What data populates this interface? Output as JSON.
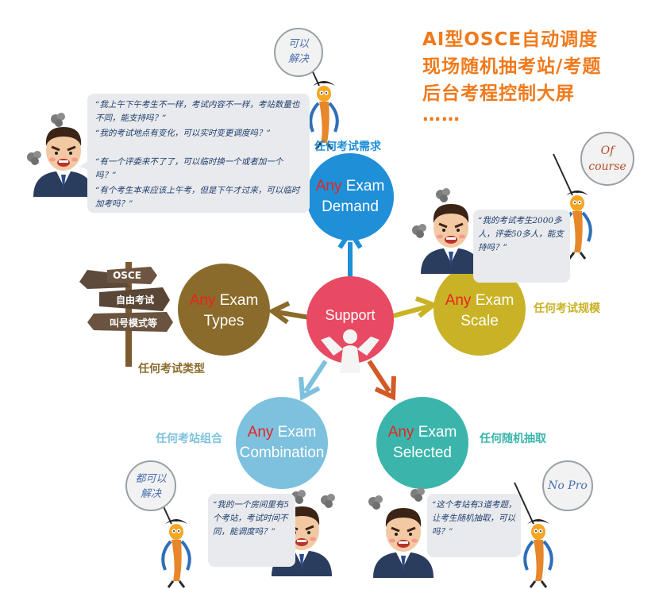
{
  "headline": [
    "AI型OSCE自动调度",
    "现场随机抽考站/考题",
    "后台考程控制大屏",
    "……"
  ],
  "center": {
    "label": "Support"
  },
  "nodes": {
    "demand": {
      "any": "Any",
      "word": "Exam",
      "sub": "Demand",
      "caption": "任何考试需求"
    },
    "scale": {
      "any": "Any",
      "word": "Exam",
      "sub": "Scale",
      "caption": "任何考试规模"
    },
    "types": {
      "any": "Any",
      "word": "Exam",
      "sub": "Types",
      "caption": "任何考试类型"
    },
    "combination": {
      "any": "Any",
      "word": "Exam",
      "sub": "Combination",
      "caption": "任何考站组合"
    },
    "selected": {
      "any": "Any",
      "word": "Exam",
      "sub": "Selected",
      "caption": "任何随机抽取"
    }
  },
  "bubbles": {
    "top_left": [
      "“我上午下午考生不一样，考试内容不一样，考站数量也不同，能支持吗？”",
      "“我的考试地点有变化，可以实时变更调度吗？”",
      "“有一个评委来不了了，可以临时换一个或者加一个吗？”",
      "“有个考生本来应该上午考，但是下午才过来，可以临时加考吗？”"
    ],
    "right": "“我的考试考生2000多人，评委50多人，能支持吗？”",
    "bottom_left": "“我的一个房间里有5个考站，考试时间不同，能调度吗？”",
    "bottom_right": "“这个考站有3道考题，让考生随机抽取，可以吗？”"
  },
  "signs": {
    "top": "可以\n解决",
    "right": "Of\ncourse",
    "bottom_left": "都可以\n解决",
    "bottom_right": "No Pro"
  },
  "signpost": [
    "OSCE",
    "自由考试",
    "叫号模式等"
  ],
  "colors": {
    "demand": "#1f8fd8",
    "scale": "#c9b226",
    "types": "#8b6b2b",
    "combination": "#7dc1de",
    "selected": "#3bb5ab",
    "support": "#e84a63",
    "headline": "#f07a1c"
  }
}
